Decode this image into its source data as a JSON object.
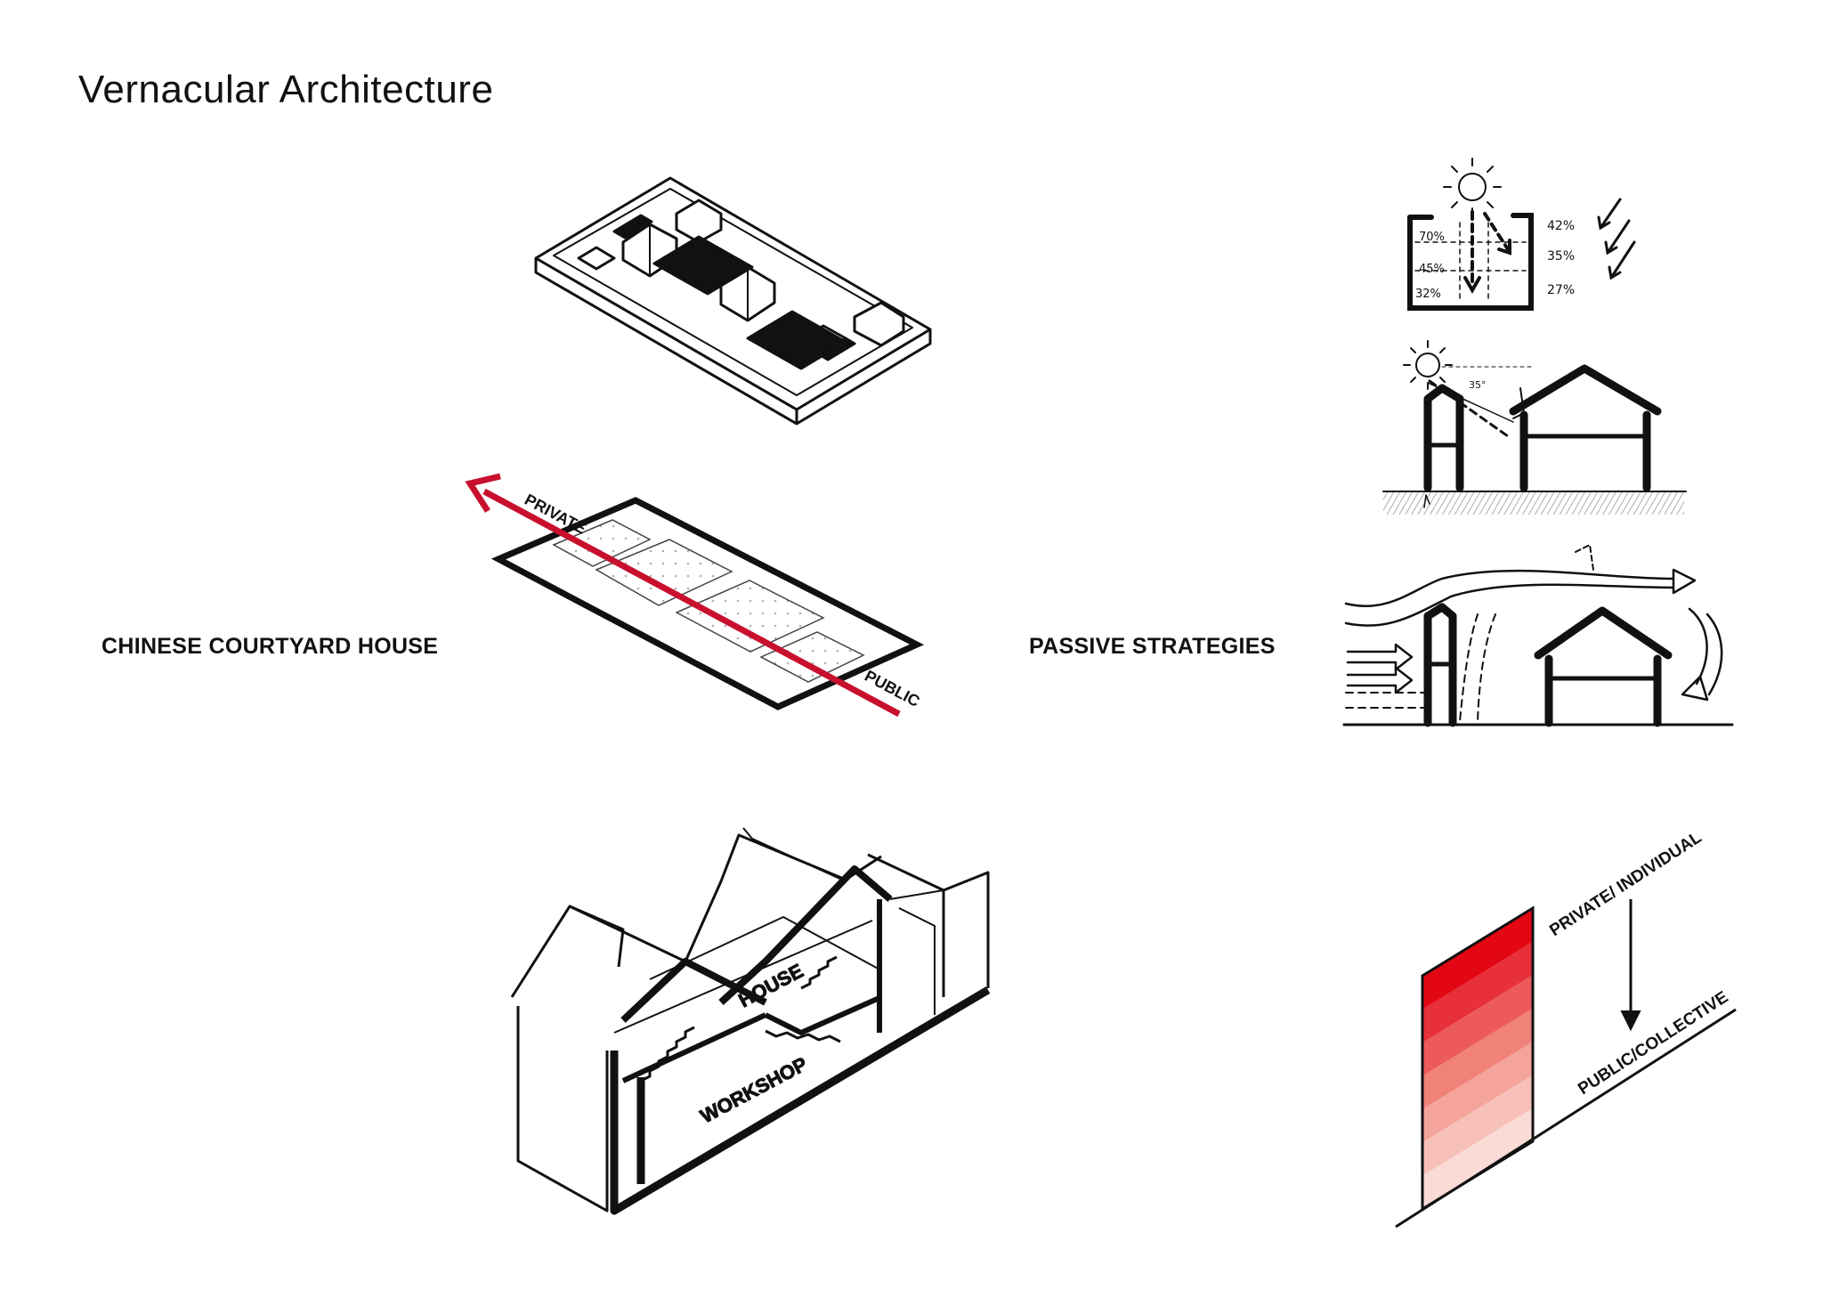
{
  "title": "Vernacular Architecture",
  "sections": {
    "left": "CHINESE COURTYARD HOUSE",
    "right": "PASSIVE STRATEGIES"
  },
  "axis_diagram": {
    "top": "PRIVATE",
    "bottom": "PUBLIC",
    "accent_color": "#c8102e"
  },
  "section_cut": {
    "upper": "HOUSE",
    "lower": "WORKSHOP"
  },
  "sun_study": {
    "left_values": [
      "70%",
      "45%",
      "32%"
    ],
    "right_values": [
      "42%",
      "35%",
      "27%"
    ]
  },
  "shade_angle": "35°",
  "gradient": {
    "top": "PRIVATE/ INDIVIDUAL",
    "bottom": "PUBLIC/COLLECTIVE",
    "colors": [
      "#e30613",
      "#e8303a",
      "#ec5a5e",
      "#f08279",
      "#f4a49a",
      "#f7c0b8",
      "#fadbd6"
    ]
  }
}
